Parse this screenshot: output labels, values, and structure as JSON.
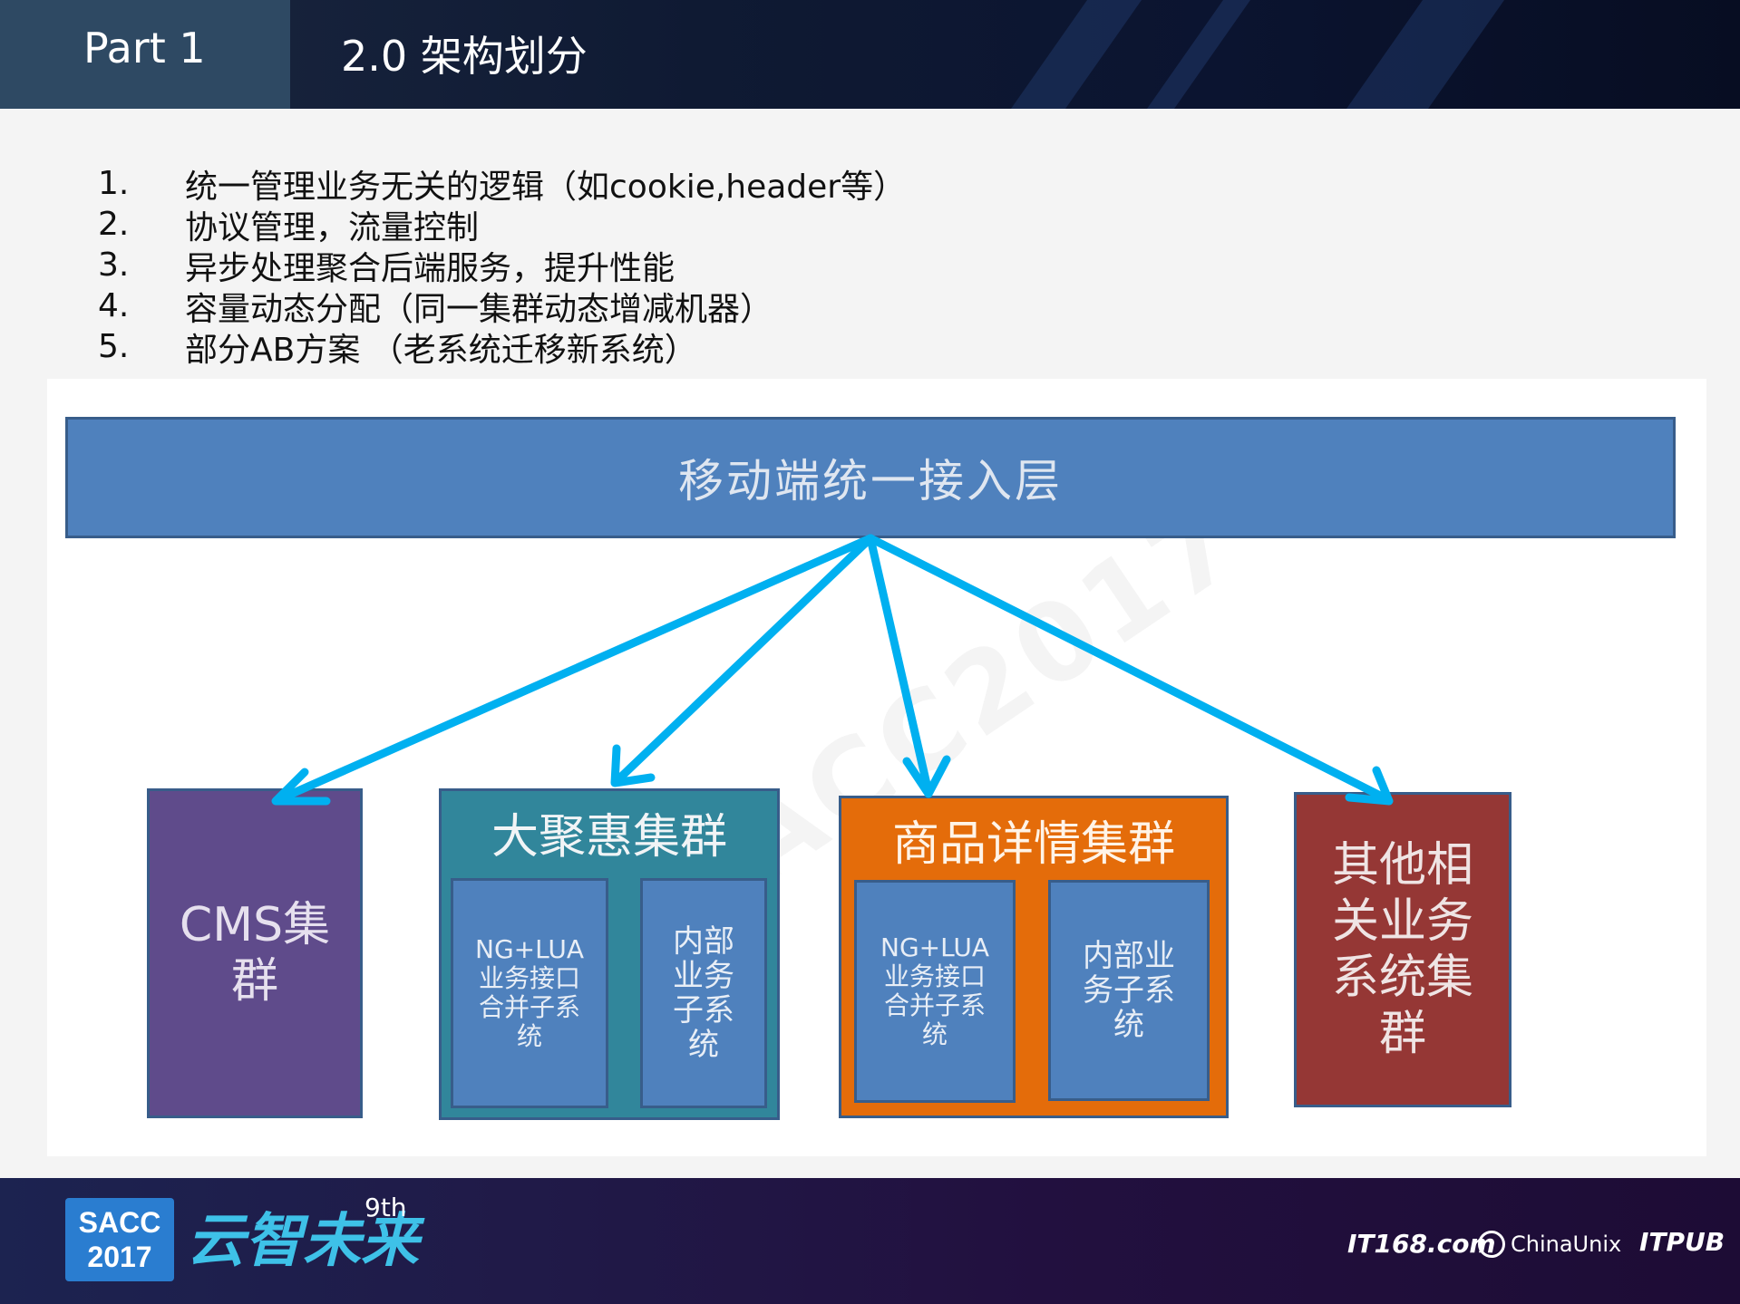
{
  "header": {
    "part": "Part 1",
    "title": "2.0 架构划分"
  },
  "list": [
    {
      "num": "1.",
      "text": "统一管理业务无关的逻辑（如cookie,header等）"
    },
    {
      "num": "2.",
      "text": "协议管理，流量控制"
    },
    {
      "num": "3.",
      "text": "异步处理聚合后端服务，提升性能"
    },
    {
      "num": "4.",
      "text": "容量动态分配（同一集群动态增减机器）"
    },
    {
      "num": "5.",
      "text": "部分AB方案 （老系统迁移新系统）"
    }
  ],
  "diagram": {
    "access_layer": "移动端统一接入层",
    "cms": "CMS集群",
    "djh": {
      "title": "大聚惠集群",
      "sub1": "NG+LUA业务接口合并子系统",
      "sub2": "内部业务子系统"
    },
    "spxq": {
      "title": "商品详情集群",
      "sub1": "NG+LUA业务接口合并子系统",
      "sub2": "内部业务子系统"
    },
    "other": "其他相关业务系统集群",
    "watermark": "SACC2017",
    "colors": {
      "access": "#4f81bd",
      "cms": "#5f4b8b",
      "djh": "#31869b",
      "spxq": "#e46c0a",
      "other": "#953735",
      "arrow": "#00b0f0"
    }
  },
  "footer": {
    "badge_top": "SACC",
    "badge_bottom": "2017",
    "slogan": "云智未来",
    "slogan_sup": "9th",
    "logo_it168": "IT168.com",
    "logo_chinaunix": "ChinaUnix",
    "logo_itpub": "ITPUB"
  }
}
